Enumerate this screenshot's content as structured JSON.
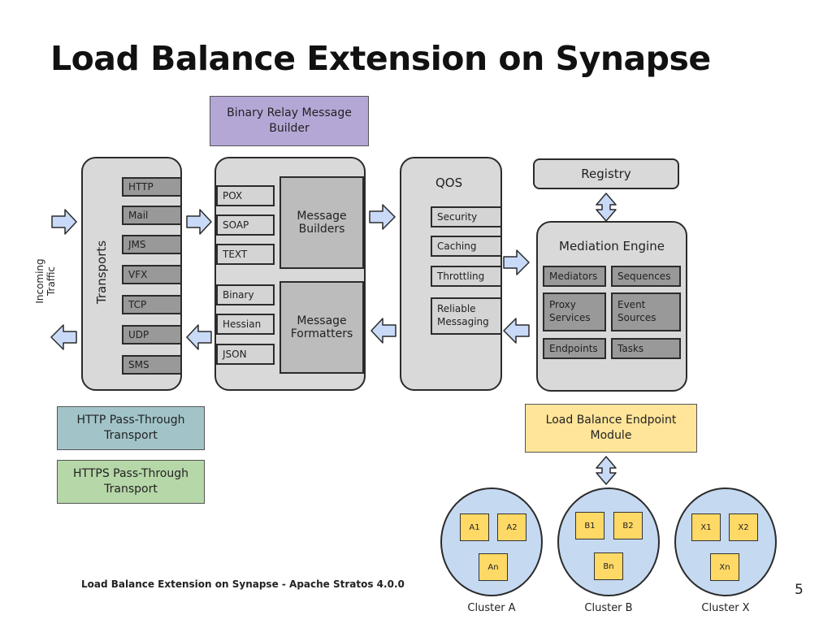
{
  "title": "Load Balance Extension on Synapse",
  "binary_relay": "Binary Relay Message Builder",
  "incoming_traffic": "Incoming Traffic",
  "transports": {
    "label": "Transports",
    "items": [
      "HTTP",
      "Mail",
      "JMS",
      "VFX",
      "TCP",
      "UDP",
      "SMS"
    ]
  },
  "builders": {
    "items": [
      "POX",
      "SOAP",
      "TEXT"
    ],
    "label": "Message Builders"
  },
  "formatters": {
    "items": [
      "Binary",
      "Hessian",
      "JSON"
    ],
    "label": "Message Formatters"
  },
  "qos": {
    "label": "QOS",
    "items": [
      "Security",
      "Caching",
      "Throttling",
      "Reliable Messaging"
    ]
  },
  "registry": "Registry",
  "mediation": {
    "label": "Mediation Engine",
    "items": [
      "Mediators",
      "Sequences",
      "Proxy Services",
      "Event Sources",
      "Endpoints",
      "Tasks"
    ]
  },
  "http_passthrough": "HTTP Pass-Through Transport",
  "https_passthrough": "HTTPS Pass-Through Transport",
  "lb_module": "Load Balance Endpoint Module",
  "clusters": [
    {
      "label": "Cluster A",
      "nodes": [
        "A1",
        "A2",
        "An"
      ]
    },
    {
      "label": "Cluster B",
      "nodes": [
        "B1",
        "B2",
        "Bn"
      ]
    },
    {
      "label": "Cluster X",
      "nodes": [
        "X1",
        "X2",
        "Xn"
      ]
    }
  ],
  "footer": "Load Balance Extension on Synapse - Apache Stratos 4.0.0",
  "page_number": "5",
  "colors": {
    "purple": "#b4a7d6",
    "teal": "#a2c4c9",
    "green": "#b6d7a8",
    "yellow": "#ffe599",
    "arrow": "#c9daf8"
  }
}
